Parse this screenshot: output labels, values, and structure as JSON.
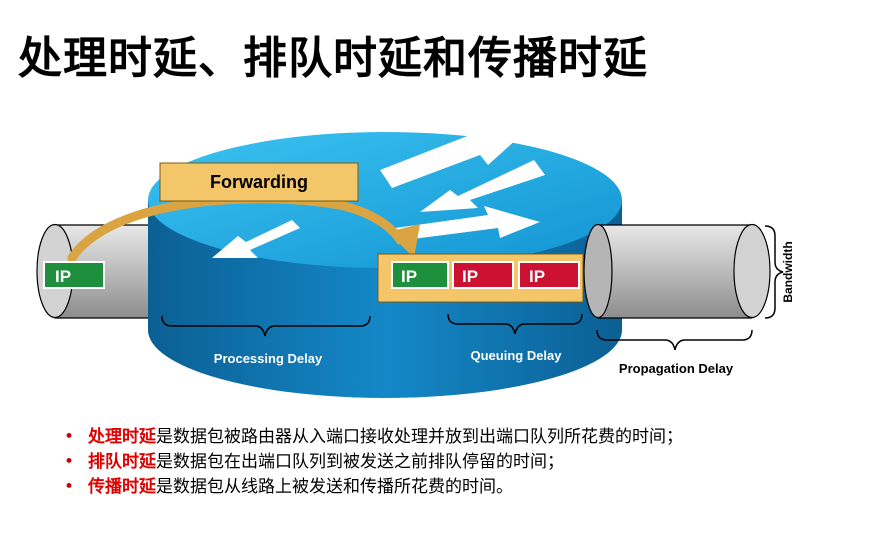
{
  "title": "处理时延、排队时延和传播时延",
  "diagram": {
    "forwarding_label": "Forwarding",
    "packet_label": "IP",
    "processing_delay": "Processing Delay",
    "queuing_delay": "Queuing Delay",
    "propagation_delay": "Propagation Delay",
    "bandwidth": "Bandwidth",
    "colors": {
      "router_top": "#1aa3dd",
      "router_side": "#0a78b5",
      "forwarding_box": "#f3c66a",
      "packet_green": "#1e8f3c",
      "packet_red": "#cc1133",
      "queue_box": "#f3c66a"
    }
  },
  "bullets": [
    {
      "term": "处理时延",
      "text": "是数据包被路由器从入端口接收处理并放到出端口队列所花费的时间；"
    },
    {
      "term": "排队时延",
      "text": "是数据包在出端口队列到被发送之前排队停留的时间；"
    },
    {
      "term": "传播时延",
      "text": "是数据包从线路上被发送和传播所花费的时间。"
    }
  ]
}
